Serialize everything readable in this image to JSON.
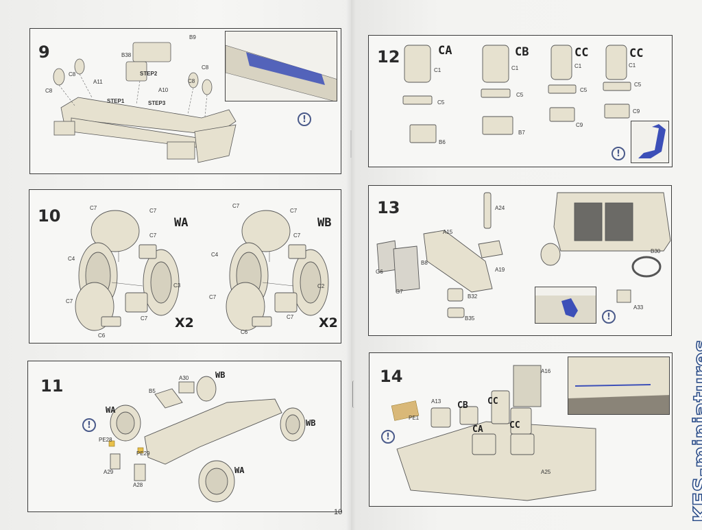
{
  "page_number": "10",
  "watermark": "KFS-miniatures",
  "colors": {
    "frame": "#3a3a3a",
    "part": "#e6e1cf",
    "part_shadow": "#bdb7a2",
    "highlight_blue": "#3c4fb8",
    "note_icon": "#4a5a8a",
    "watermark_outline": "#2e4f8a"
  },
  "icons": {
    "attention": "!"
  },
  "steps": {
    "s9": {
      "number": "9",
      "labels": [
        "B9",
        "B38",
        "C8",
        "C8",
        "C8",
        "C8",
        "A11",
        "STEP2",
        "STEP1",
        "A10",
        "STEP3"
      ]
    },
    "s10": {
      "number": "10",
      "variants": [
        "WA",
        "WB"
      ],
      "multipliers": [
        "X2",
        "X2"
      ],
      "labels_a": [
        "C7",
        "C7",
        "C7",
        "C4",
        "C3",
        "C7",
        "C7",
        "C6"
      ],
      "labels_b": [
        "C7",
        "C7",
        "C7",
        "C4",
        "C2",
        "C7",
        "C7",
        "C6"
      ]
    },
    "s11": {
      "number": "11",
      "labels": [
        "A30",
        "B5",
        "WB",
        "WA",
        "WB",
        "PE28",
        "PE29",
        "A29",
        "A28",
        "WA"
      ]
    },
    "s12": {
      "number": "12",
      "variants": [
        "CA",
        "CB",
        "CC",
        "CC"
      ],
      "labels": [
        "C1",
        "C5",
        "B6",
        "C1",
        "C5",
        "B7",
        "C1",
        "C5",
        "C9",
        "C1",
        "C5",
        "C9"
      ]
    },
    "s13": {
      "number": "13",
      "labels": [
        "A24",
        "A15",
        "B8",
        "A19",
        "G6",
        "G7",
        "B32",
        "B35",
        "B30",
        "A33"
      ]
    },
    "s14": {
      "number": "14",
      "labels": [
        "A16",
        "A13",
        "CB",
        "CC",
        "PE1",
        "CA",
        "CC",
        "A25"
      ]
    }
  }
}
